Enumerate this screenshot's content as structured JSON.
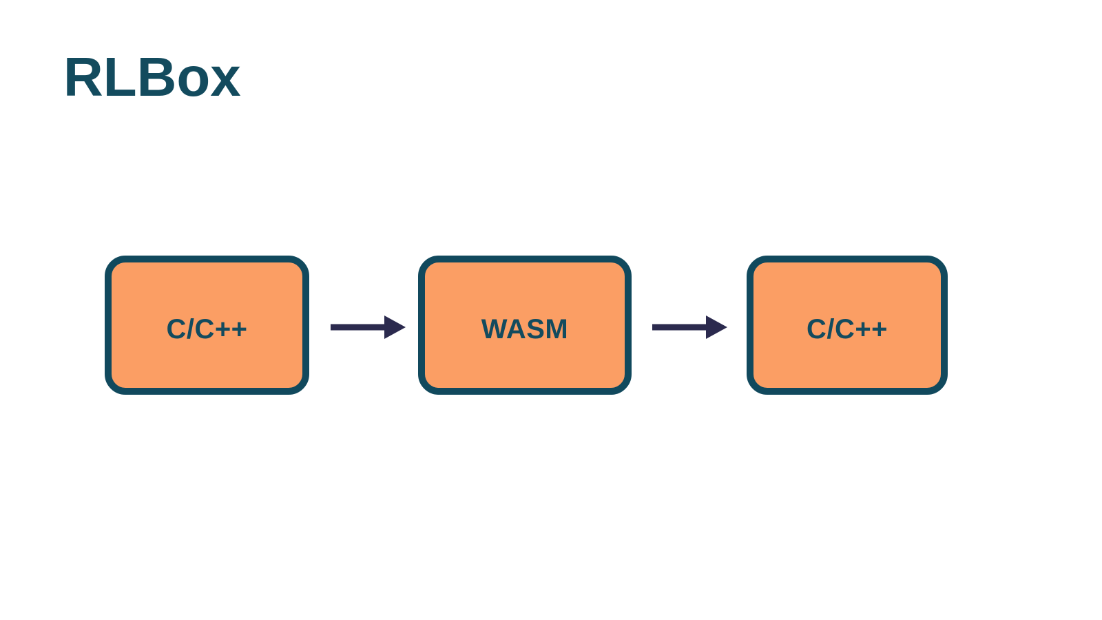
{
  "title": "RLBox",
  "colors": {
    "background": "#ffffff",
    "title_text": "#134b5e",
    "node_fill": "#fb9e64",
    "node_border": "#11495d",
    "node_text": "#134b5e",
    "arrow": "#2b2a4e"
  },
  "diagram": {
    "nodes": [
      {
        "id": "source",
        "label": "C/C++"
      },
      {
        "id": "wasm",
        "label": "WASM"
      },
      {
        "id": "result",
        "label": "C/C++"
      }
    ],
    "arrows": [
      {
        "from": "source",
        "to": "wasm"
      },
      {
        "from": "wasm",
        "to": "result"
      }
    ]
  }
}
